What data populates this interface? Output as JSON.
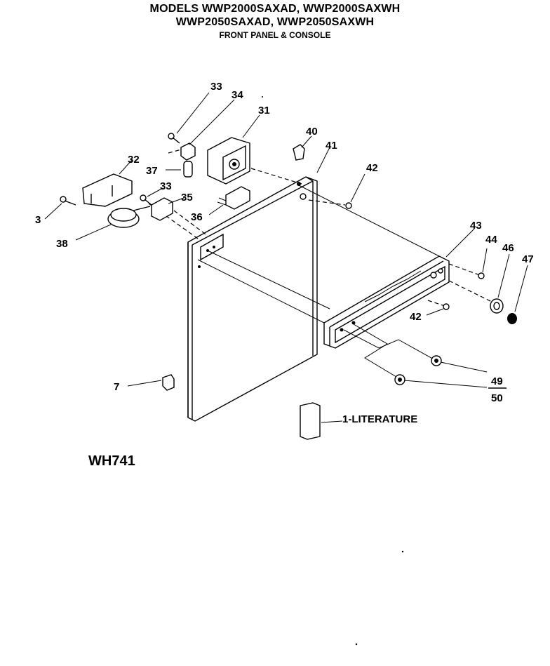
{
  "header": {
    "line1": "MODELS WWP2000SAXAD, WWP2000SAXWH",
    "line2": "WWP2050SAXAD, WWP2050SAXWH",
    "line3": "FRONT PANEL & CONSOLE"
  },
  "diagram_code": "WH741",
  "literature_label": "1-LITERATURE",
  "callouts": {
    "c33a": "33",
    "c34": "34",
    "c31": "31",
    "c40": "40",
    "c41": "41",
    "c42a": "42",
    "c32": "32",
    "c37": "37",
    "c33b": "33",
    "c35": "35",
    "c3": "3",
    "c36": "36",
    "c38": "38",
    "c43": "43",
    "c44": "44",
    "c46": "46",
    "c47": "47",
    "c42b": "42",
    "c49": "49",
    "c50": "50",
    "c7": "7"
  }
}
